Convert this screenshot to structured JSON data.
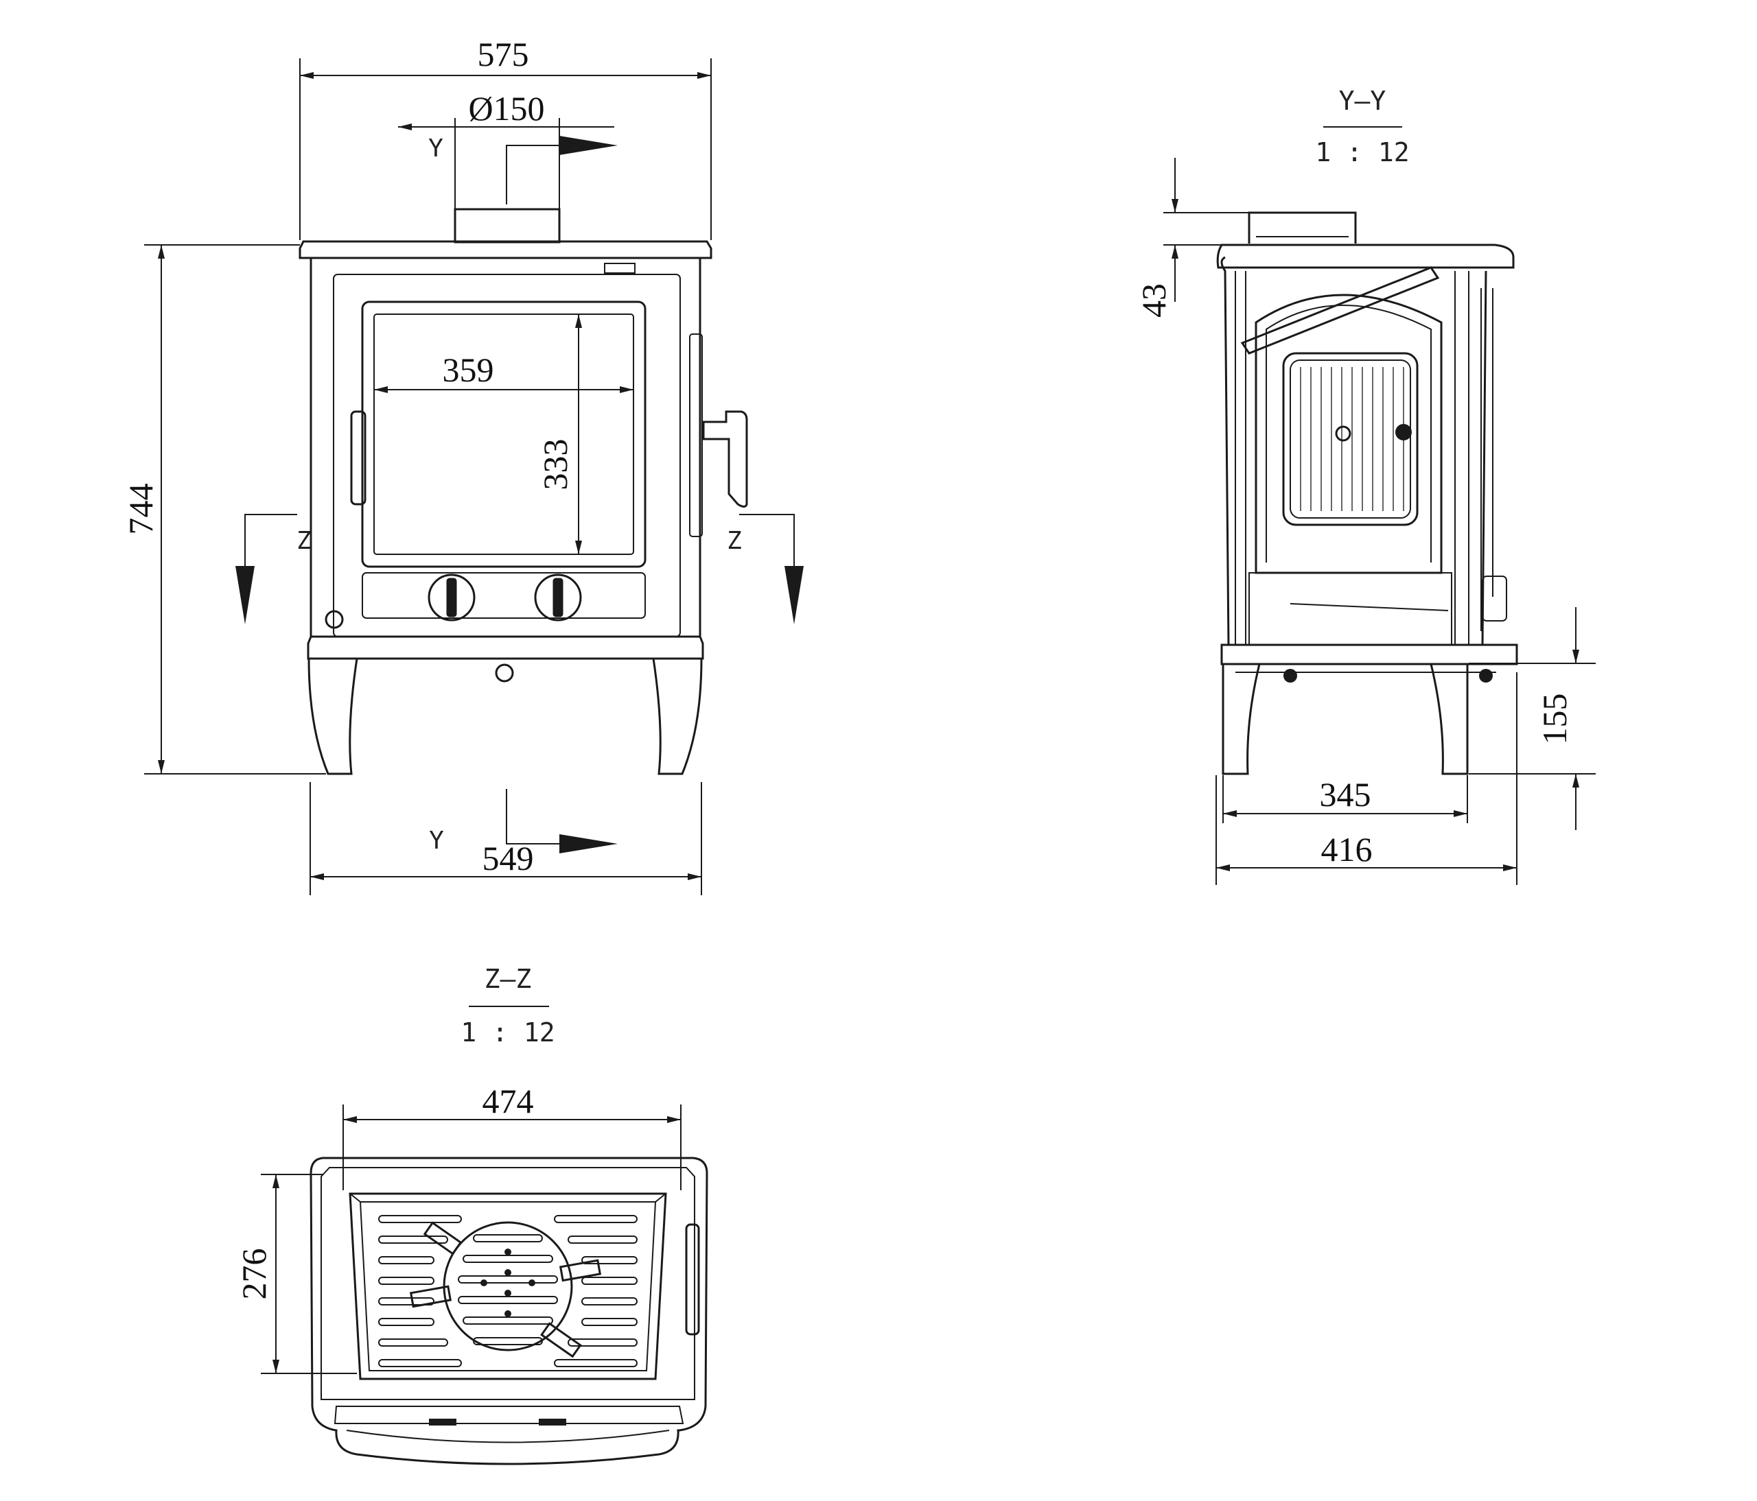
{
  "front_view": {
    "width_top": "575",
    "flue_diameter": "Ø150",
    "height": "744",
    "glass_width": "359",
    "glass_height": "333",
    "width_base": "549",
    "section_mark_y": "Y",
    "section_mark_z": "Z"
  },
  "section_y": {
    "title": "Y–Y",
    "scale": "1 : 12",
    "flue_height": "43",
    "leg_height": "155",
    "leg_span": "345",
    "depth": "416"
  },
  "section_z": {
    "title": "Z–Z",
    "scale": "1 : 12",
    "inner_width": "474",
    "inner_depth": "276"
  }
}
